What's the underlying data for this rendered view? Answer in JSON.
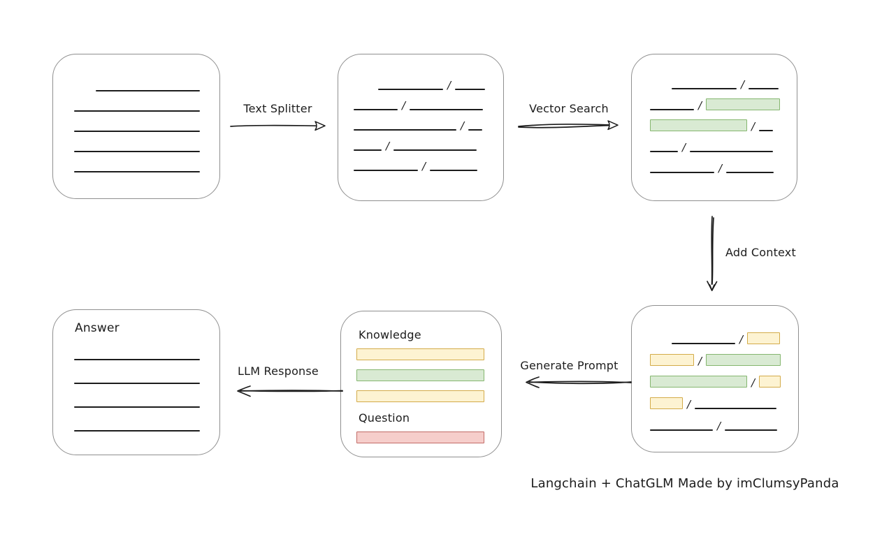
{
  "caption": "Langchain + ChatGLM Made by imClumsyPanda",
  "slash_char": "/",
  "colors": {
    "background": "#ffffff",
    "box_border": "#8f8f8f",
    "line": "#1c1c1c",
    "green_fill": "#d9ead3",
    "green_stroke": "#85b66f",
    "yellow_fill": "#fdf3d2",
    "yellow_stroke": "#d3ab49",
    "red_fill": "#f6cecb",
    "red_stroke": "#c26b66"
  },
  "arrows": {
    "text_splitter": {
      "label": "Text Splitter",
      "direction": "right"
    },
    "vector_search": {
      "label": "Vector Search",
      "direction": "right"
    },
    "add_context": {
      "label": "Add Context",
      "direction": "down"
    },
    "generate_prompt": {
      "label": "Generate Prompt",
      "direction": "left"
    },
    "llm_response": {
      "label": "LLM Response",
      "direction": "left"
    }
  },
  "boxes": {
    "document": {
      "description": "source document with plain text lines",
      "rows": [
        {
          "type": "segs",
          "indent": 31,
          "items": [
            {
              "t": "line",
              "w": 149
            }
          ]
        },
        {
          "type": "segs",
          "items": [
            {
              "t": "line",
              "w": 180
            }
          ]
        },
        {
          "type": "segs",
          "items": [
            {
              "t": "line",
              "w": 180
            }
          ]
        },
        {
          "type": "segs",
          "items": [
            {
              "t": "line",
              "w": 180
            }
          ]
        },
        {
          "type": "segs",
          "items": [
            {
              "t": "line",
              "w": 180
            }
          ]
        }
      ]
    },
    "chunks": {
      "description": "text split into chunks separated by slashes",
      "rows": [
        {
          "type": "segs",
          "indent": 35,
          "items": [
            {
              "t": "line",
              "w": 93
            },
            {
              "t": "slash"
            },
            {
              "t": "line",
              "w": 43
            }
          ]
        },
        {
          "type": "segs",
          "items": [
            {
              "t": "line",
              "w": 63
            },
            {
              "t": "slash"
            },
            {
              "t": "line",
              "w": 105
            }
          ]
        },
        {
          "type": "segs",
          "items": [
            {
              "t": "line",
              "w": 147
            },
            {
              "t": "slash"
            },
            {
              "t": "line",
              "w": 20
            }
          ]
        },
        {
          "type": "segs",
          "items": [
            {
              "t": "line",
              "w": 40
            },
            {
              "t": "slash"
            },
            {
              "t": "line",
              "w": 119
            }
          ]
        },
        {
          "type": "segs",
          "items": [
            {
              "t": "line",
              "w": 92
            },
            {
              "t": "slash"
            },
            {
              "t": "line",
              "w": 68
            }
          ]
        }
      ]
    },
    "matched": {
      "description": "chunks with vector-search matches highlighted green",
      "rows": [
        {
          "type": "segs",
          "indent": 31,
          "items": [
            {
              "t": "line",
              "w": 93
            },
            {
              "t": "slash"
            },
            {
              "t": "line",
              "w": 43
            }
          ]
        },
        {
          "type": "segs",
          "items": [
            {
              "t": "line",
              "w": 63
            },
            {
              "t": "slash"
            },
            {
              "t": "green",
              "w": 106
            }
          ]
        },
        {
          "type": "segs",
          "items": [
            {
              "t": "green",
              "w": 139
            },
            {
              "t": "slash"
            },
            {
              "t": "line",
              "w": 20
            }
          ]
        },
        {
          "type": "segs",
          "items": [
            {
              "t": "line",
              "w": 40
            },
            {
              "t": "slash"
            },
            {
              "t": "line",
              "w": 119
            }
          ]
        },
        {
          "type": "segs",
          "items": [
            {
              "t": "line",
              "w": 92
            },
            {
              "t": "slash"
            },
            {
              "t": "line",
              "w": 68
            }
          ]
        }
      ]
    },
    "context": {
      "description": "matched chunks with added context highlighted yellow",
      "rows": [
        {
          "type": "segs",
          "indent": 31,
          "items": [
            {
              "t": "line",
              "w": 91
            },
            {
              "t": "slash"
            },
            {
              "t": "yellow",
              "w": 47
            }
          ]
        },
        {
          "type": "segs",
          "items": [
            {
              "t": "yellow",
              "w": 63
            },
            {
              "t": "slash"
            },
            {
              "t": "green",
              "w": 107
            }
          ]
        },
        {
          "type": "segs",
          "items": [
            {
              "t": "green",
              "w": 139
            },
            {
              "t": "slash"
            },
            {
              "t": "yellow",
              "w": 31
            }
          ]
        },
        {
          "type": "segs",
          "items": [
            {
              "t": "yellow",
              "w": 47
            },
            {
              "t": "slash"
            },
            {
              "t": "line",
              "w": 117
            }
          ]
        },
        {
          "type": "segs",
          "items": [
            {
              "t": "line",
              "w": 90
            },
            {
              "t": "slash"
            },
            {
              "t": "line",
              "w": 75
            }
          ]
        }
      ]
    },
    "prompt": {
      "description": "prompt composed of knowledge chunks and a question",
      "rows": [
        {
          "type": "heading",
          "text": "Knowledge"
        },
        {
          "type": "bar",
          "color": "yellow",
          "w": 183
        },
        {
          "type": "bar",
          "color": "green",
          "w": 183
        },
        {
          "type": "bar",
          "color": "yellow",
          "w": 183
        },
        {
          "type": "heading",
          "text": "Question"
        },
        {
          "type": "bar",
          "color": "red",
          "w": 183
        }
      ]
    },
    "answer": {
      "description": "LLM answer text",
      "rows": [
        {
          "type": "heading",
          "text": "Answer"
        },
        {
          "type": "segs",
          "items": [
            {
              "t": "line",
              "w": 180
            }
          ]
        },
        {
          "type": "segs",
          "items": [
            {
              "t": "line",
              "w": 180
            }
          ]
        },
        {
          "type": "segs",
          "items": [
            {
              "t": "line",
              "w": 180
            }
          ]
        },
        {
          "type": "segs",
          "items": [
            {
              "t": "line",
              "w": 180
            }
          ]
        }
      ]
    }
  }
}
